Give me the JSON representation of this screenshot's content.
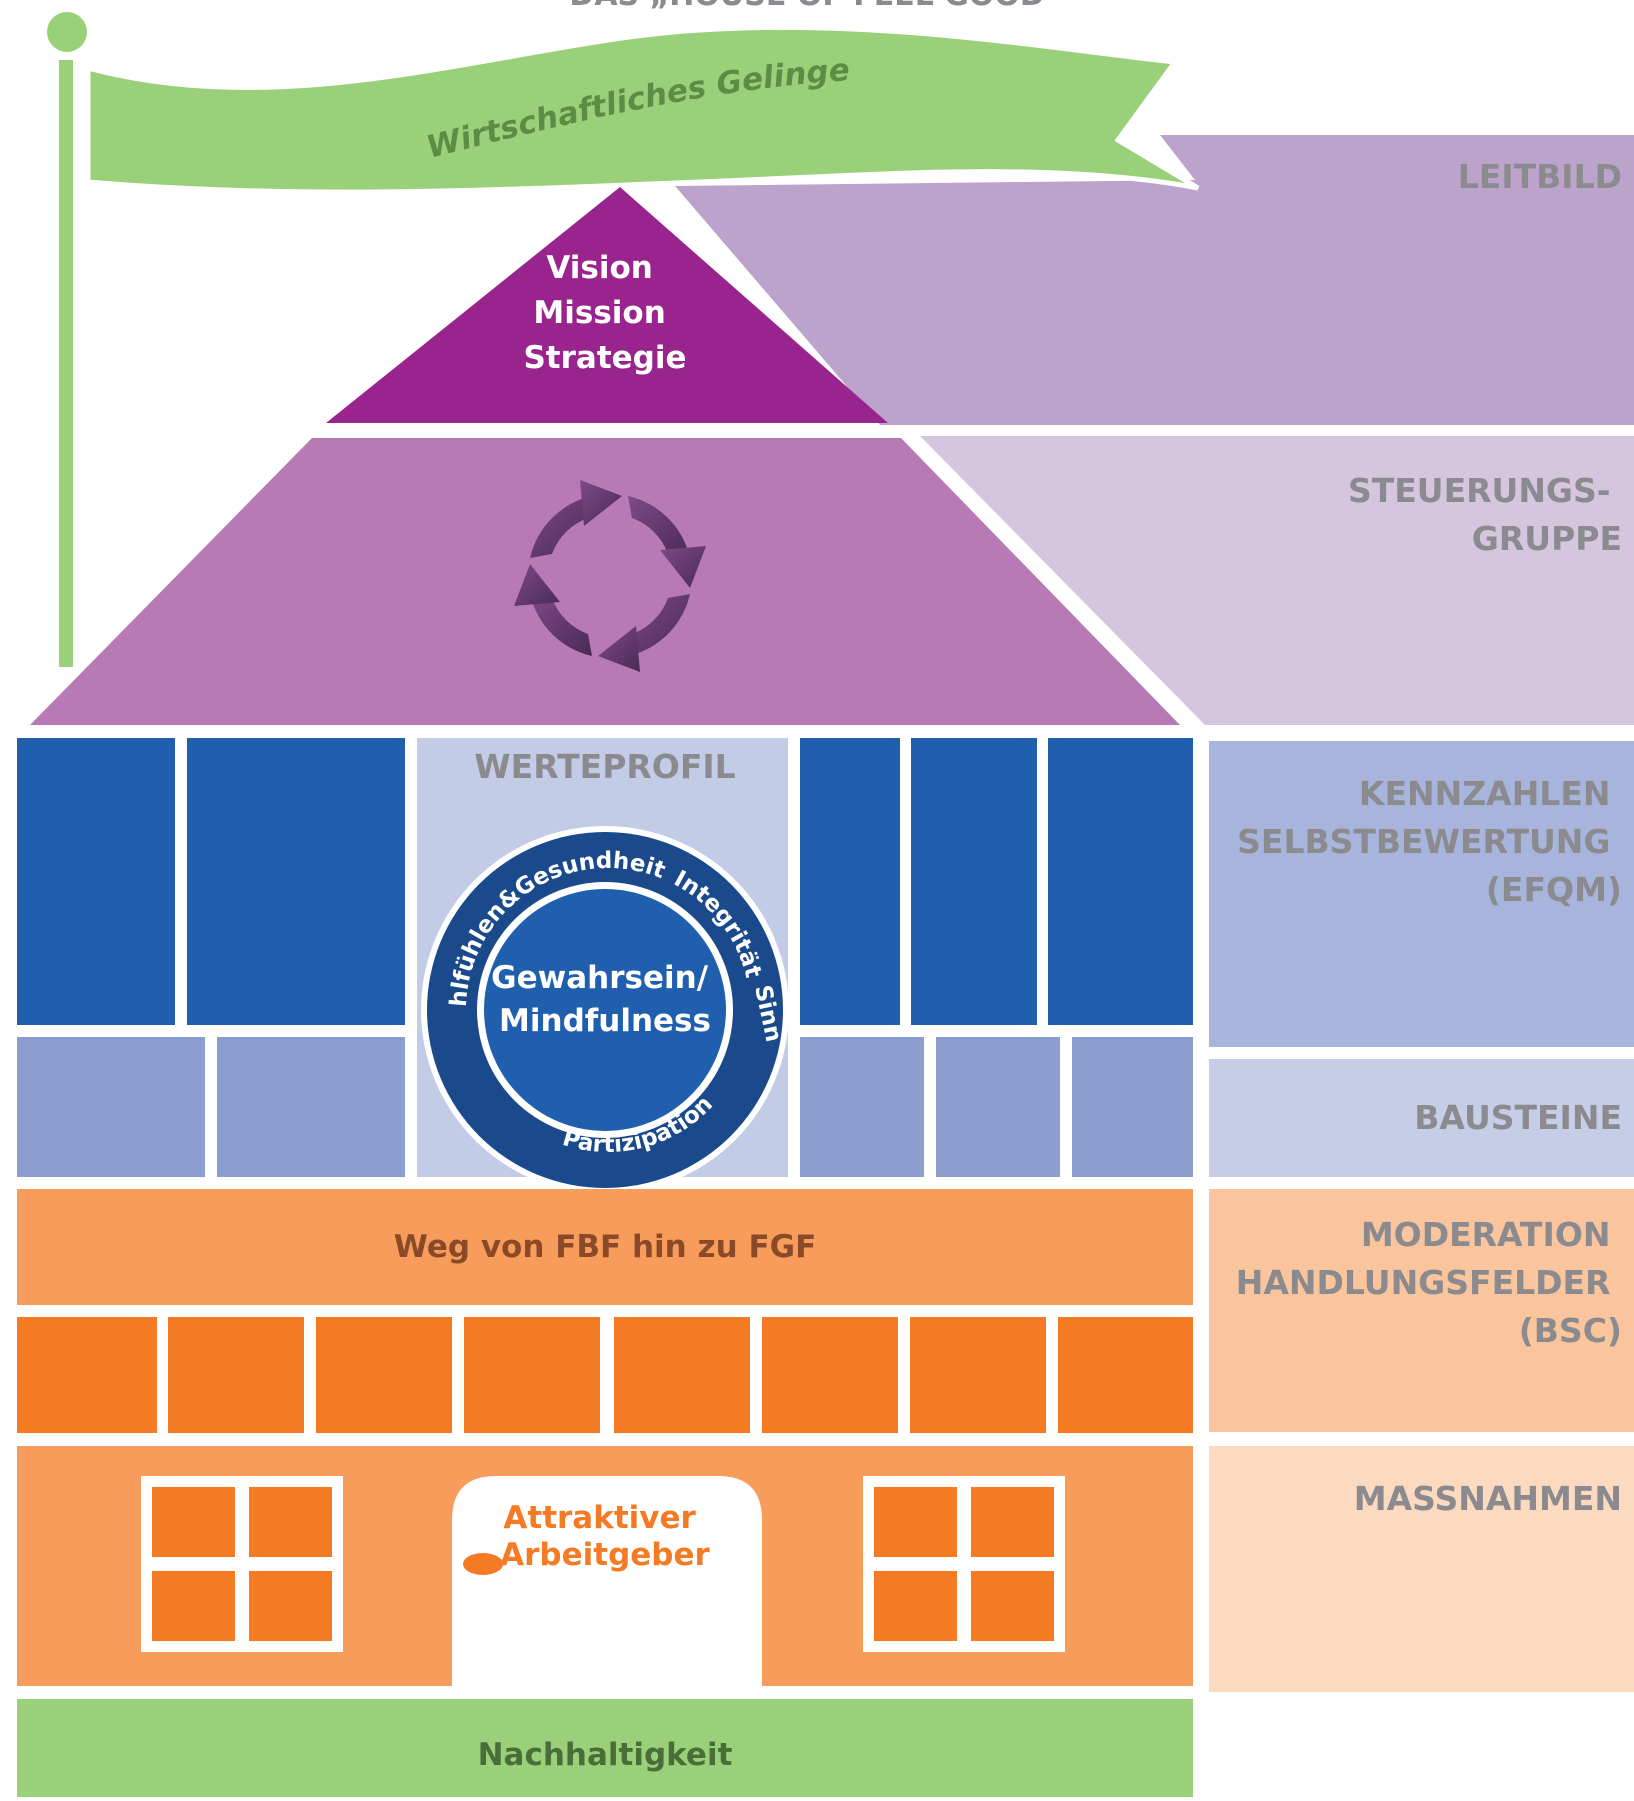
{
  "title": "DAS „HOUSE OF FEEL GOOD“",
  "flag": {
    "label": "Wirtschaftliches Gelingen"
  },
  "roof_top": {
    "lines": [
      "Vision",
      "Mission",
      "Strategie"
    ]
  },
  "roof_middle": {
    "icon": "circular-arrows-icon"
  },
  "werteprofil": {
    "heading": "WERTEPROFIL",
    "center": [
      "Gewahrsein/",
      "Mindfulness"
    ],
    "ring": [
      "Integrität",
      "Sinn",
      "Partizipation",
      "Wohlfühlen&Gesundheit"
    ]
  },
  "weg": "Weg von FBF hin zu FGF",
  "door": [
    "Attraktiver",
    "Arbeitgeber"
  ],
  "foundation": "Nachhaltigkeit",
  "side_labels": {
    "leitbild": [
      "LEITBILD"
    ],
    "steuerung": [
      "STEUERUNGS-",
      "GRUPPE"
    ],
    "kennzahlen": [
      "KENNZAHLEN",
      "SELBSTBEWERTUNG",
      "(EFQM)"
    ],
    "bausteine": [
      "BAUSTEINE"
    ],
    "moderation": [
      "MODERATION",
      "HANDLUNGSFELDER",
      "(BSC)"
    ],
    "massnahmen": [
      "MASSNAHMEN"
    ]
  },
  "colors": {
    "green": "#9bd07a",
    "purple_dark": "#9a248e",
    "purple_mid": "#b87ab4",
    "leitbild_bg": "#bca3cb",
    "steuerung_bg": "#d5c5df",
    "blue_dark": "#1f5fae",
    "blue_light": "#8b9ccf",
    "werteprofil_bg": "#c3cce6",
    "kennzahlen_bg": "#a7b4dc",
    "bausteine_bg": "#c6cde7",
    "orange": "#f47a24",
    "orange_light": "#f89c5c",
    "moderation_bg": "#fac49d",
    "massnahmen_bg": "#fcdabf",
    "label_text": "#8a8a8f"
  }
}
